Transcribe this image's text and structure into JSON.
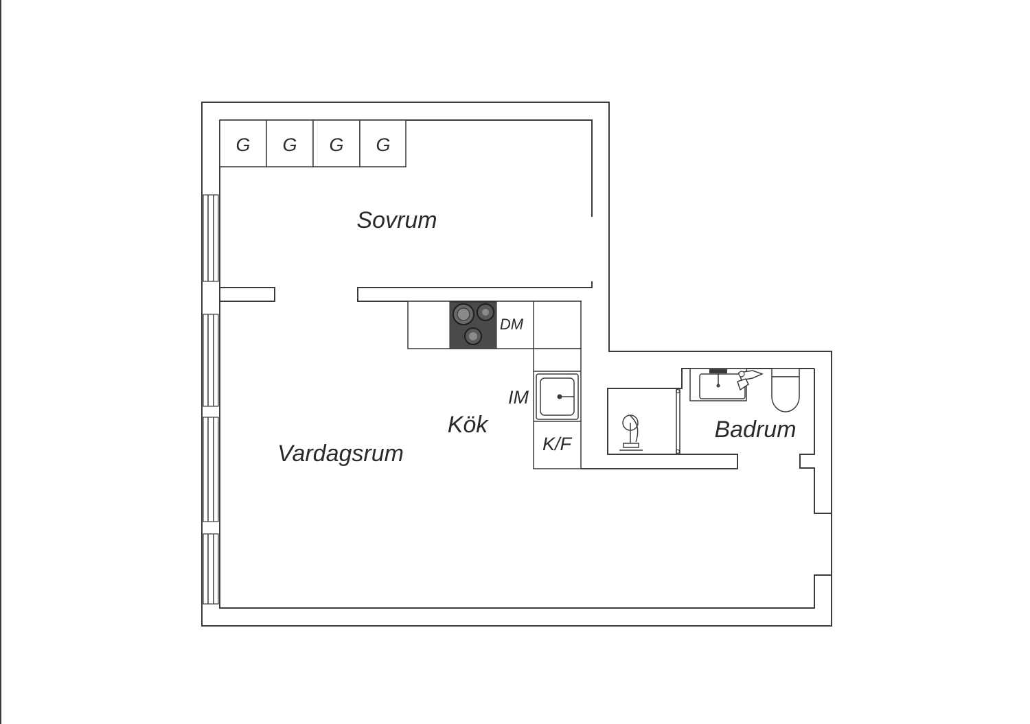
{
  "colors": {
    "wall": "#3a3a3a",
    "stove": "#4a4a4a",
    "background": "#ffffff"
  },
  "rooms": {
    "sovrum": "Sovrum",
    "vardagsrum": "Vardagsrum",
    "kok": "Kök",
    "badrum": "Badrum"
  },
  "wardrobes": [
    "G",
    "G",
    "G",
    "G"
  ],
  "appliances": {
    "dishwasher": "DM",
    "microwave": "IM",
    "fridge_freezer": "K/F"
  }
}
